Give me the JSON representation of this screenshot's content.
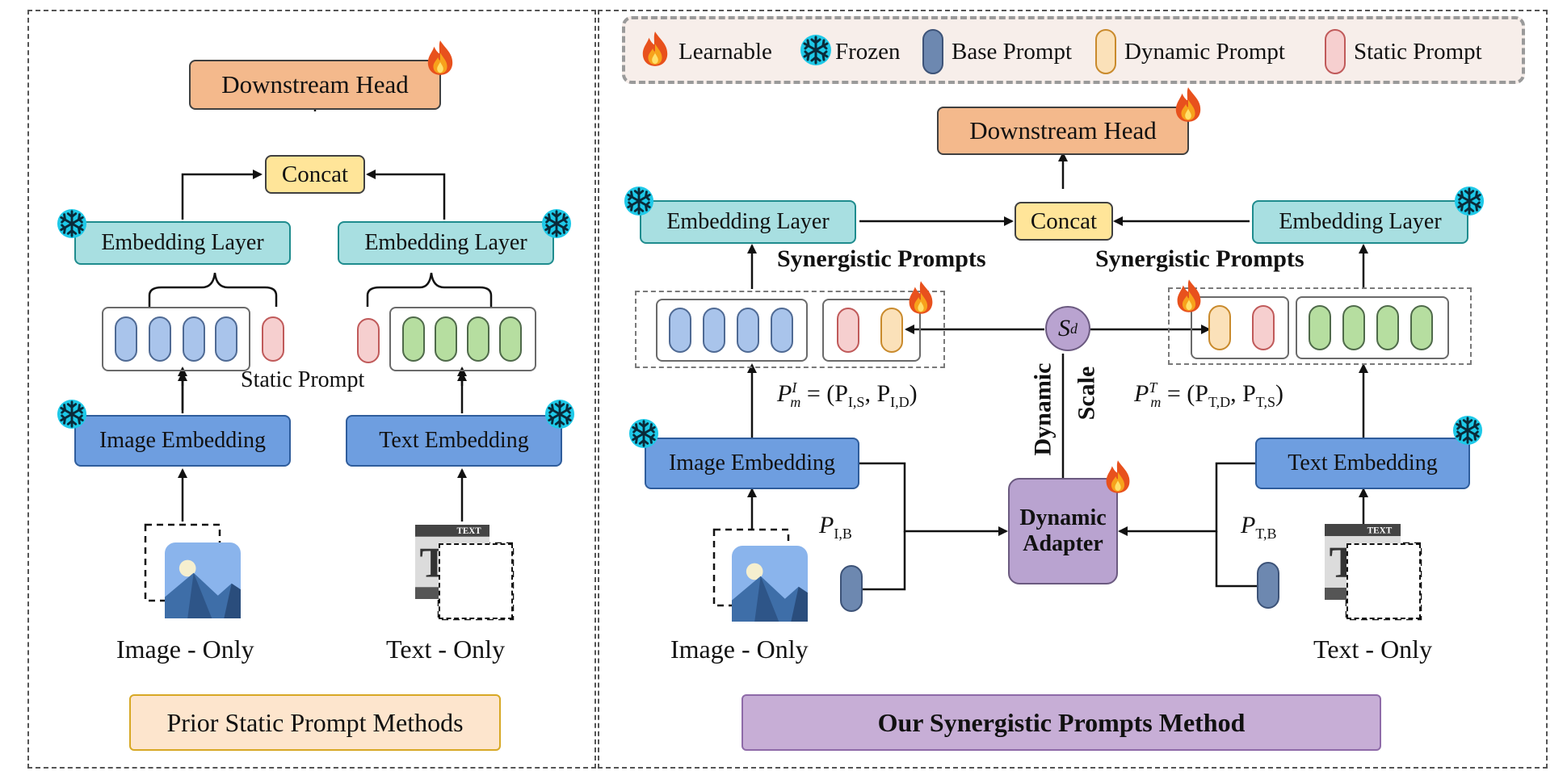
{
  "legend": {
    "learnable": "Learnable",
    "frozen": "Frozen",
    "base_prompt": "Base Prompt",
    "dynamic_prompt": "Dynamic Prompt",
    "static_prompt": "Static Prompt"
  },
  "left": {
    "downstream_head": "Downstream Head",
    "concat": "Concat",
    "embedding_layer_img": "Embedding Layer",
    "embedding_layer_txt": "Embedding Layer",
    "image_embedding": "Image Embedding",
    "text_embedding": "Text Embedding",
    "static_prompt_label": "Static Prompt",
    "image_only": "Image - Only",
    "text_only": "Text - Only",
    "method_tag": "Prior Static Prompt Methods"
  },
  "right": {
    "downstream_head": "Downstream Head",
    "concat": "Concat",
    "embedding_layer_img": "Embedding Layer",
    "embedding_layer_txt": "Embedding Layer",
    "synergistic_img": "Synergistic Prompts",
    "synergistic_txt": "Synergistic Prompts",
    "image_embedding": "Image Embedding",
    "text_embedding": "Text Embedding",
    "adapter_line1": "Dynamic",
    "adapter_line2": "Adapter",
    "dynamic": "Dynamic",
    "scale": "Scale",
    "sd": "S",
    "sd_sub": "d",
    "pmi": "P",
    "pmi_sup": "I",
    "pmi_sub": "m",
    "pmi_rhs": "= (P",
    "pmi_s1": "I,S",
    "pmi_mid": ", P",
    "pmi_s2": "I,D",
    "pmi_end": ")",
    "pmt": "P",
    "pmt_sup": "T",
    "pmt_sub": "m",
    "pmt_rhs": "= (P",
    "pmt_s1": "T,D",
    "pmt_mid": ", P",
    "pmt_s2": "T,S",
    "pmt_end": ")",
    "pib": "P",
    "pib_sub": "I,B",
    "ptb": "P",
    "ptb_sub": "T,B",
    "image_only": "Image - Only",
    "text_only": "Text - Only",
    "method_tag": "Our Synergistic Prompts Method"
  },
  "colors": {
    "head": "#f4b98c",
    "concat": "#ffe599",
    "embedding_layer": "#a8dfe1",
    "encoder": "#6e9ee0",
    "adapter": "#b9a3d0",
    "prior_tag": "#fde5cd",
    "ours_tag": "#c7aed6"
  },
  "icons": [
    "fire-icon",
    "snowflake-icon",
    "image-icon",
    "text-doc-icon"
  ]
}
